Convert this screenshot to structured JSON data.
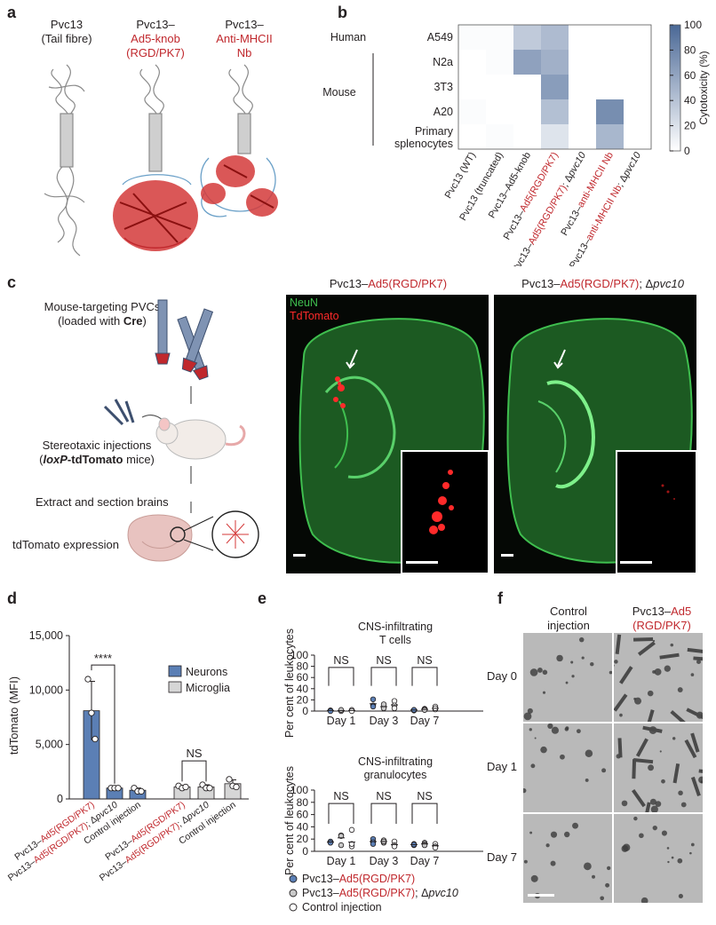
{
  "panel_labels": {
    "a": "a",
    "b": "b",
    "c": "c",
    "d": "d",
    "e": "e",
    "f": "f"
  },
  "panel_a": {
    "structures": [
      {
        "title": "Pvc13",
        "subtitle": "(Tail fibre)",
        "subtitle2": ""
      },
      {
        "title": "Pvc13–",
        "subtitle": "Ad5-knob",
        "subtitle2": "(RGD/PK7)"
      },
      {
        "title": "Pvc13–",
        "subtitle": "Anti-MHCII",
        "subtitle2": "Nb"
      }
    ]
  },
  "panel_b": {
    "chart_data": {
      "type": "heatmap",
      "rows": [
        "A549",
        "N2a",
        "3T3",
        "A20",
        "Primary splenocytes"
      ],
      "row_groups": [
        {
          "name": "Human",
          "rows": [
            "A549"
          ]
        },
        {
          "name": "Mouse",
          "rows": [
            "N2a",
            "3T3",
            "A20",
            "Primary splenocytes"
          ]
        }
      ],
      "columns": [
        {
          "parts": [
            {
              "t": "Pvc13 (WT)",
              "c": "k"
            }
          ]
        },
        {
          "parts": [
            {
              "t": "Pvc13 (truncated)",
              "c": "k"
            }
          ]
        },
        {
          "parts": [
            {
              "t": "Pvc13–Ad5-knob",
              "c": "k"
            }
          ]
        },
        {
          "parts": [
            {
              "t": "Pvc13–",
              "c": "k"
            },
            {
              "t": "Ad5(RGD/PK7)",
              "c": "r"
            }
          ]
        },
        {
          "parts": [
            {
              "t": "Pvc13–",
              "c": "k"
            },
            {
              "t": "Ad5(RGD/PK7)",
              "c": "r"
            },
            {
              "t": "; Δ",
              "c": "k"
            },
            {
              "t": "pvc10",
              "c": "ki"
            }
          ]
        },
        {
          "parts": [
            {
              "t": "Pvc13–",
              "c": "k"
            },
            {
              "t": "anti-MHCII Nb",
              "c": "r"
            }
          ]
        },
        {
          "parts": [
            {
              "t": "Pvc13–",
              "c": "k"
            },
            {
              "t": "anti-MHCII Nb",
              "c": "r"
            },
            {
              "t": "; Δ",
              "c": "k"
            },
            {
              "t": "pvc10",
              "c": "ki"
            }
          ]
        }
      ],
      "values": [
        [
          2,
          2,
          35,
          45,
          0,
          0,
          0
        ],
        [
          0,
          2,
          62,
          52,
          0,
          0,
          0
        ],
        [
          0,
          0,
          0,
          65,
          0,
          0,
          0
        ],
        [
          2,
          0,
          0,
          42,
          0,
          75,
          0
        ],
        [
          0,
          2,
          0,
          18,
          0,
          48,
          0
        ]
      ],
      "colorbar": {
        "label": "Cytotoxicity (%)",
        "ticks": [
          0,
          20,
          40,
          60,
          80,
          100
        ],
        "min_color": "#ffffff",
        "max_color": "#4a6896"
      }
    }
  },
  "panel_c": {
    "steps": {
      "step1_l1": "Mouse-targeting PVCs",
      "step1_l2_a": "(loaded with ",
      "step1_l2_b": "Cre",
      "step1_l2_c": ")",
      "step2_l1": "Stereotaxic injections",
      "step2_l2_a": "(",
      "step2_l2_b": "loxP",
      "step2_l2_c": "-tdTomato",
      "step2_l2_d": " mice)",
      "step3": "Extract and section brains",
      "step4": "tdTomato expression"
    },
    "image1_title_a": "Pvc13–",
    "image1_title_b": "Ad5(RGD/PK7)",
    "image2_title_a": "Pvc13–",
    "image2_title_b": "Ad5(RGD/PK7)",
    "image2_title_c": "; Δ",
    "image2_title_d": "pvc10",
    "legend_neun": "NeuN",
    "legend_tdtomato": "TdTomato",
    "colors": {
      "neun": "#3fbf4f",
      "tdtomato": "#ff2a2a"
    }
  },
  "panel_d": {
    "chart_data": {
      "type": "bar",
      "ylabel": "tdTomato (MFI)",
      "ylim": [
        0,
        15000
      ],
      "yticks": [
        0,
        5000,
        10000,
        15000
      ],
      "ytick_labels": [
        "0",
        "5,000",
        "10,000",
        "15,000"
      ],
      "series": [
        {
          "name": "Neurons",
          "color": "#5b7fb5"
        },
        {
          "name": "Microglia",
          "color": "#d6d6d6"
        }
      ],
      "groups": [
        {
          "series": "Neurons",
          "bars": [
            {
              "mean": 8100,
              "sd": 2700,
              "points": [
                11000,
                7900,
                5500
              ]
            },
            {
              "mean": 1000,
              "sd": 100,
              "points": [
                1000,
                1000,
                1000
              ]
            },
            {
              "mean": 800,
              "sd": 200,
              "points": [
                1000,
                700,
                700
              ]
            }
          ]
        },
        {
          "series": "Microglia",
          "bars": [
            {
              "mean": 1100,
              "sd": 150,
              "points": [
                1200,
                1000,
                1100
              ]
            },
            {
              "mean": 1100,
              "sd": 200,
              "points": [
                1300,
                1000,
                1000
              ]
            },
            {
              "mean": 1400,
              "sd": 350,
              "points": [
                1800,
                1200,
                1100
              ]
            }
          ]
        }
      ],
      "annotations": [
        {
          "text": "****"
        },
        {
          "text": "NS"
        }
      ],
      "categories": [
        {
          "parts": [
            {
              "t": "Pvc13–",
              "c": "k"
            },
            {
              "t": "Ad5(RGD/PK7)",
              "c": "r"
            }
          ]
        },
        {
          "parts": [
            {
              "t": "Pvc13–",
              "c": "k"
            },
            {
              "t": "Ad5(RGD/PK7)",
              "c": "r"
            },
            {
              "t": "; Δ",
              "c": "k"
            },
            {
              "t": "pvc10",
              "c": "ki"
            }
          ]
        },
        {
          "parts": [
            {
              "t": "Control injection",
              "c": "k"
            }
          ]
        },
        {
          "parts": [
            {
              "t": "Pvc13–",
              "c": "k"
            },
            {
              "t": "Ad5(RGD/PK7)",
              "c": "r"
            }
          ]
        },
        {
          "parts": [
            {
              "t": "Pvc13–",
              "c": "k"
            },
            {
              "t": "Ad5(RGD/PK7)",
              "c": "r"
            },
            {
              "t": "; Δ",
              "c": "k"
            },
            {
              "t": "pvc10",
              "c": "ki"
            }
          ]
        },
        {
          "parts": [
            {
              "t": "Control injection",
              "c": "k"
            }
          ]
        }
      ]
    }
  },
  "panel_e": {
    "chart_data": [
      {
        "type": "scatter",
        "title_l1": "CNS-infiltrating",
        "title_l2": "T cells",
        "ylabel": "Per cent of leukocytes",
        "ylim": [
          0,
          100
        ],
        "yticks": [
          0,
          20,
          40,
          60,
          80,
          100
        ],
        "categories": [
          "Day 1",
          "Day 3",
          "Day 7"
        ],
        "ns": [
          "NS",
          "NS",
          "NS"
        ],
        "groups": [
          {
            "day": "Day 1",
            "points": [
              [
                0,
                1,
                1,
                0
              ],
              [
                1,
                1,
                0,
                2
              ],
              [
                2,
                1,
                2,
                0
              ]
            ],
            "means": [
              1,
              1,
              1
            ]
          },
          {
            "day": "Day 3",
            "points": [
              [
                0,
                21,
                10,
                8
              ],
              [
                1,
                6,
                5,
                12
              ],
              [
                2,
                18,
                10,
                5
              ]
            ],
            "means": [
              13,
              8,
              11
            ]
          },
          {
            "day": "Day 7",
            "points": [
              [
                0,
                2,
                1,
                2
              ],
              [
                1,
                4,
                3,
                2
              ],
              [
                2,
                3,
                8,
                5
              ]
            ],
            "means": [
              2,
              3,
              5
            ]
          }
        ]
      },
      {
        "type": "scatter",
        "title_l1": "CNS-infiltrating",
        "title_l2": "granulocytes",
        "ylabel": "Per cent of leukocytes",
        "ylim": [
          0,
          100
        ],
        "yticks": [
          0,
          20,
          40,
          60,
          80,
          100
        ],
        "categories": [
          "Day 1",
          "Day 3",
          "Day 7"
        ],
        "ns": [
          "NS",
          "NS",
          "NS"
        ],
        "groups": [
          {
            "day": "Day 1",
            "points": [
              [
                0,
                15,
                16,
                14
              ],
              [
                1,
                26,
                10,
                25
              ],
              [
                2,
                35,
                8,
                12
              ]
            ],
            "means": [
              15,
              22,
              15
            ]
          },
          {
            "day": "Day 3",
            "points": [
              [
                0,
                20,
                15,
                12
              ],
              [
                1,
                18,
                14,
                16
              ],
              [
                2,
                16,
                10,
                8
              ]
            ],
            "means": [
              16,
              16,
              11
            ]
          },
          {
            "day": "Day 7",
            "points": [
              [
                0,
                12,
                10,
                11
              ],
              [
                1,
                14,
                12,
                10
              ],
              [
                2,
                12,
                8,
                6
              ]
            ],
            "means": [
              11,
              12,
              9
            ]
          }
        ]
      }
    ],
    "legend": [
      {
        "marker": "#5b7fb5",
        "parts": [
          {
            "t": "Pvc13–",
            "c": "k"
          },
          {
            "t": "Ad5(RGD/PK7)",
            "c": "r"
          }
        ]
      },
      {
        "marker": "#c9c9c9",
        "parts": [
          {
            "t": "Pvc13–",
            "c": "k"
          },
          {
            "t": "Ad5(RGD/PK7)",
            "c": "r"
          },
          {
            "t": "; Δ",
            "c": "k"
          },
          {
            "t": "pvc10",
            "c": "ki"
          }
        ]
      },
      {
        "marker": "#ffffff",
        "parts": [
          {
            "t": "Control injection",
            "c": "k"
          }
        ]
      }
    ]
  },
  "panel_f": {
    "col1_l1": "Control",
    "col1_l2": "injection",
    "col2_l1_a": "Pvc13–",
    "col2_l1_b": "Ad5",
    "col2_l2": "(RGD/PK7)",
    "rows": [
      "Day 0",
      "Day 1",
      "Day 7"
    ]
  }
}
